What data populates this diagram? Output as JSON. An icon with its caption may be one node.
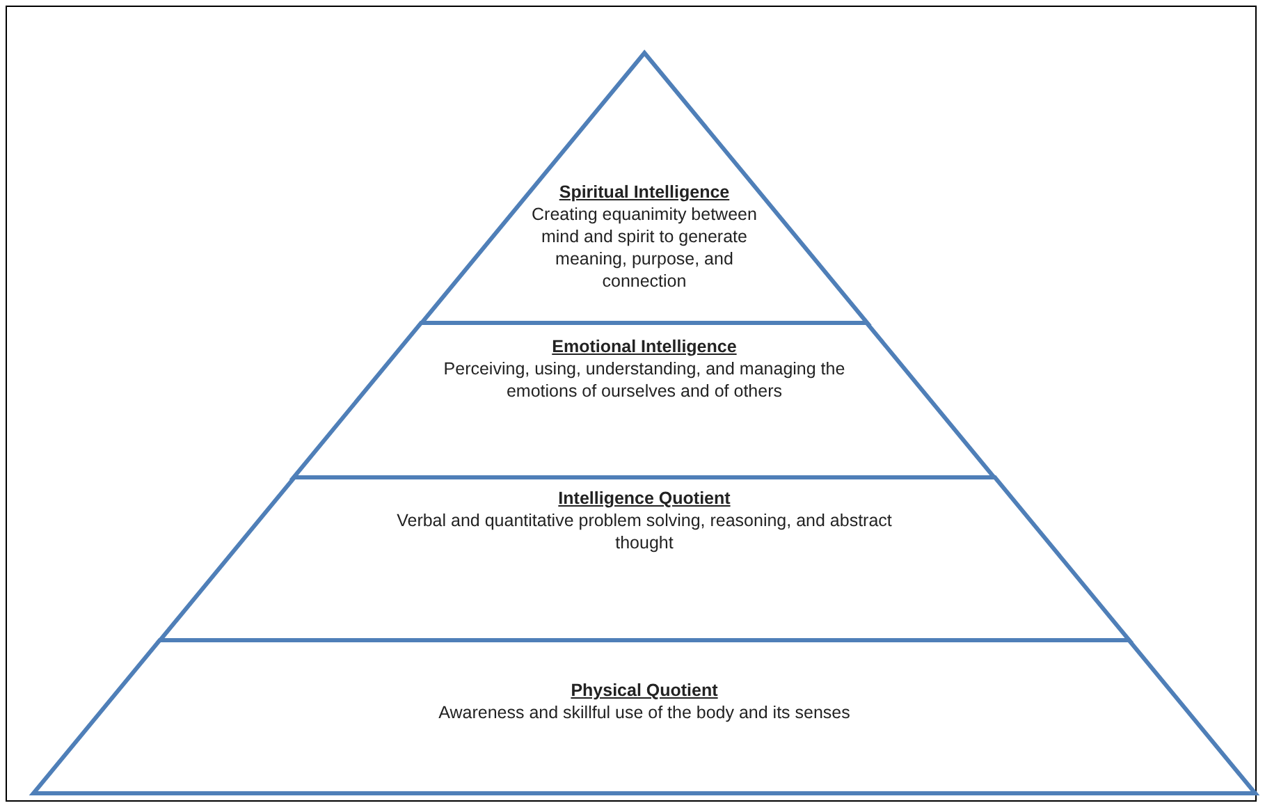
{
  "diagram": {
    "nodes": [
      {
        "text": [
          "Spiritual Intelligence",
          "Creating equanimity between mind and spirit to generate meaning, purpose, and connection"
        ]
      },
      {
        "text": [
          "Emotional Intelligence",
          "Perceiving, using, understanding, and managing the emotions of ourselves and of others"
        ]
      },
      {
        "text": [
          "Intelligence Quotient",
          "Verbal and quantitative problem solving, reasoning, and abstract thought"
        ]
      },
      {
        "text": [
          "Physical Quotient",
          "Awareness and skillful use of the body and its senses"
        ]
      }
    ]
  }
}
